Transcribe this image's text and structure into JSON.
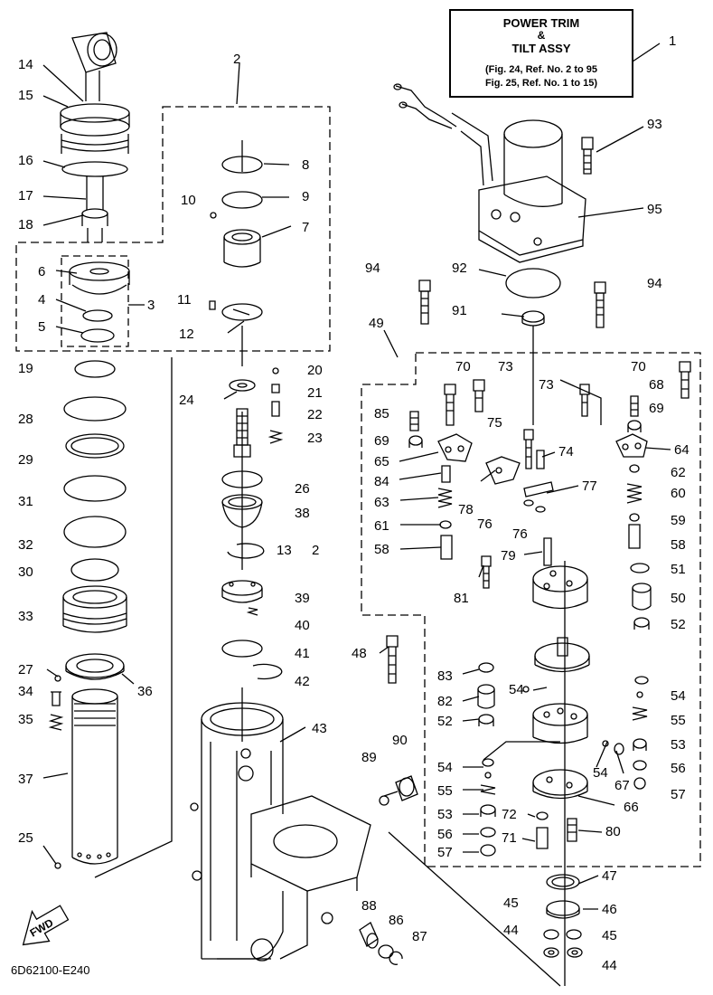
{
  "title_box": {
    "line1": "POWER TRIM",
    "line2": "&",
    "line3": "TILT ASSY",
    "ref1": "(Fig. 24, Ref. No. 2 to 95",
    "ref2": "Fig. 25, Ref. No. 1 to 15)"
  },
  "reference_code": "6D62100-E240",
  "fwd_label": "FWD",
  "labels": {
    "n1": "1",
    "n2a": "2",
    "n2b": "2",
    "n3": "3",
    "n4": "4",
    "n5": "5",
    "n6": "6",
    "n7": "7",
    "n8": "8",
    "n9": "9",
    "n10": "10",
    "n11": "11",
    "n12": "12",
    "n13": "13",
    "n14": "14",
    "n15": "15",
    "n16": "16",
    "n17": "17",
    "n18": "18",
    "n19": "19",
    "n20": "20",
    "n21": "21",
    "n22": "22",
    "n23": "23",
    "n24": "24",
    "n25": "25",
    "n26": "26",
    "n27": "27",
    "n28": "28",
    "n29": "29",
    "n30": "30",
    "n31": "31",
    "n32": "32",
    "n33": "33",
    "n34": "34",
    "n35": "35",
    "n36": "36",
    "n37": "37",
    "n38": "38",
    "n39": "39",
    "n40": "40",
    "n41": "41",
    "n42": "42",
    "n43": "43",
    "n44a": "44",
    "n44b": "44",
    "n45a": "45",
    "n45b": "45",
    "n46": "46",
    "n47": "47",
    "n48": "48",
    "n49": "49",
    "n50": "50",
    "n51": "51",
    "n52a": "52",
    "n52b": "52",
    "n53a": "53",
    "n53b": "53",
    "n54a": "54",
    "n54b": "54",
    "n54c": "54",
    "n54d": "54",
    "n55a": "55",
    "n55b": "55",
    "n56a": "56",
    "n56b": "56",
    "n57a": "57",
    "n57b": "57",
    "n58a": "58",
    "n58b": "58",
    "n59": "59",
    "n60": "60",
    "n61": "61",
    "n62": "62",
    "n63": "63",
    "n64": "64",
    "n65": "65",
    "n66": "66",
    "n67": "67",
    "n68": "68",
    "n69a": "69",
    "n69b": "69",
    "n70a": "70",
    "n70b": "70",
    "n71": "71",
    "n72": "72",
    "n73a": "73",
    "n73b": "73",
    "n74": "74",
    "n75": "75",
    "n76a": "76",
    "n76b": "76",
    "n77": "77",
    "n78": "78",
    "n79": "79",
    "n80": "80",
    "n81": "81",
    "n82": "82",
    "n83": "83",
    "n84": "84",
    "n85": "85",
    "n86": "86",
    "n87": "87",
    "n88": "88",
    "n89": "89",
    "n90": "90",
    "n91": "91",
    "n92": "92",
    "n93": "93",
    "n94a": "94",
    "n94b": "94",
    "n95": "95"
  }
}
